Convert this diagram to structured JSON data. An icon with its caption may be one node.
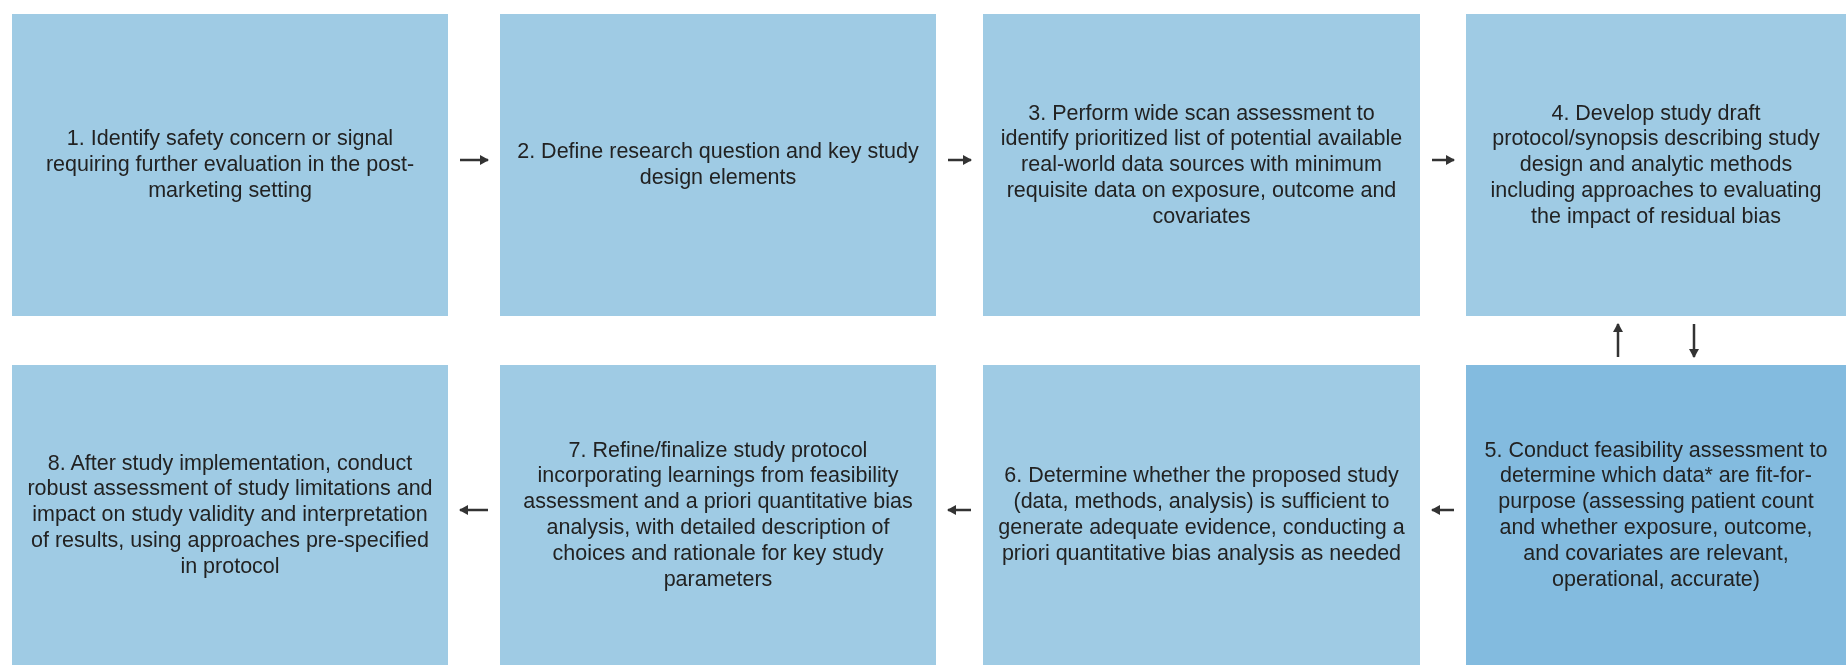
{
  "diagram": {
    "nodes": [
      {
        "text": [
          "1. Identify safety concern or signal requiring further evaluation in the post-marketing setting"
        ]
      },
      {
        "text": [
          "2. Define research question and key study design elements"
        ]
      },
      {
        "text": [
          "3. Perform wide scan assessment to identify prioritized list of potential available real-world data sources with minimum requisite data on exposure, outcome and covariates"
        ]
      },
      {
        "text": [
          "4. Develop study draft protocol/synopsis describing study design and analytic methods including approaches to evaluating the impact of residual bias"
        ]
      },
      {
        "text": [
          "5. Conduct feasibility assessment to determine which data* are fit-for-purpose (assessing patient count and whether exposure, outcome, and covariates are relevant, operational, accurate)"
        ]
      },
      {
        "text": [
          "6. Determine whether the proposed study (data, methods, analysis) is sufficient to generate adequate evidence, conducting a priori quantitative bias analysis as needed"
        ]
      },
      {
        "text": [
          "7. Refine/finalize study protocol incorporating learnings from feasibility assessment and a priori quantitative bias analysis, with detailed description of choices and rationale for key study parameters"
        ]
      },
      {
        "text": [
          "8. After study implementation, conduct robust assessment of study limitations and impact on study validity and interpretation of results, using approaches pre-specified in protocol"
        ]
      }
    ],
    "edges": [
      {
        "from": 0,
        "to": 1,
        "arrow": "to"
      },
      {
        "from": 1,
        "to": 2,
        "arrow": "to"
      },
      {
        "from": 2,
        "to": 3,
        "arrow": "to"
      },
      {
        "from": 4,
        "to": 3,
        "arrow": "to"
      },
      {
        "from": 3,
        "to": 4,
        "arrow": "to"
      },
      {
        "from": 4,
        "to": 5,
        "arrow": "to"
      },
      {
        "from": 5,
        "to": 6,
        "arrow": "to"
      },
      {
        "from": 6,
        "to": 7,
        "arrow": "to"
      }
    ]
  }
}
